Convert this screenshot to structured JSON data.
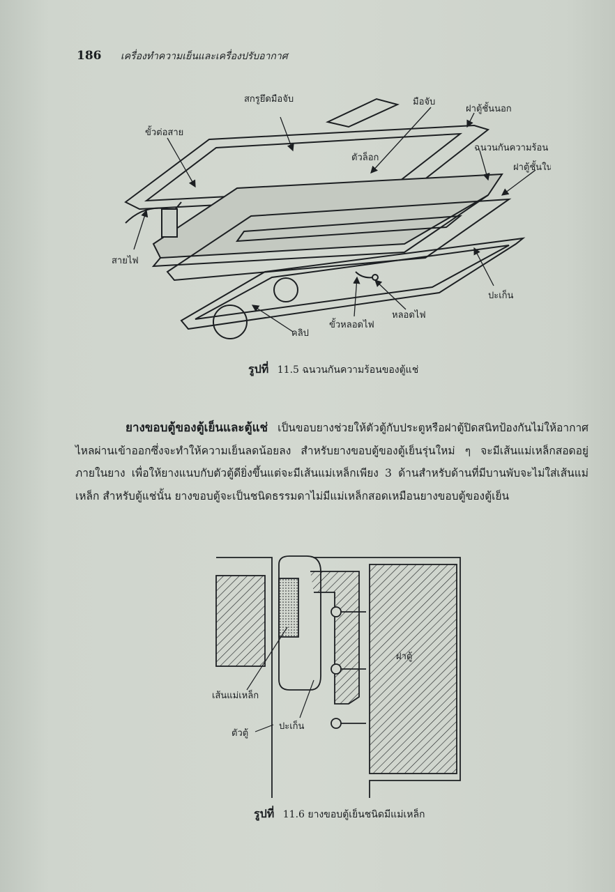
{
  "header": {
    "page_number": "186",
    "book_title": "เครื่องทำความเย็นและเครื่องปรับอากาศ"
  },
  "figure1": {
    "labels": {
      "screw": "สกรูยึดมือจับ",
      "handle": "มือจับ",
      "outer_door": "ฝาตู้ชั้นนอก",
      "terminal": "ขั้วต่อสาย",
      "lock": "ตัวล็อก",
      "insulation": "ฉนวนกันความร้อน",
      "inner_door": "ฝาตู้ชั้นใน",
      "wire": "สายไฟ",
      "gasket": "ปะเก็น",
      "bulb": "หลอดไฟ",
      "socket": "ขั้วหลอดไฟ",
      "clip": "คลิป"
    },
    "caption_label": "รูปที่",
    "caption_text": "11.5  ฉนวนกันความร้อนของตู้แช่"
  },
  "paragraph": {
    "lead": "ยางขอบตู้ของตู้เย็นและตู้แช่",
    "body": "  เป็นขอบยางช่วยให้ตัวตู้กับประตูหรือฝาตู้ปิดสนิทป้องกันไม่ให้อากาศไหลผ่านเข้าออกซึ่งจะทำให้ความเย็นลดน้อยลง สำหรับยางขอบตู้ของตู้เย็นรุ่นใหม่ ๆ จะมีเส้นแม่เหล็กสอดอยู่ภายในยาง  เพื่อให้ยางแนบกับตัวตู้ดียิ่งขึ้นแต่จะมีเส้นแม่เหล็กเพียง 3 ด้านสำหรับด้านที่มีบานพับจะไม่ใส่เส้นแม่เหล็ก  สำหรับตู้แช่นั้น  ยางขอบตู้จะเป็นชนิดธรรมดาไม่มีแม่เหล็กสอดเหมือนยางขอบตู้ของตู้เย็น"
  },
  "figure2": {
    "labels": {
      "door": "ฝาตู้",
      "magnet": "เส้นแม่เหล็ก",
      "body": "ตัวตู้",
      "gasket": "ปะเก็น"
    },
    "caption_label": "รูปที่",
    "caption_text": "11.6  ยางขอบตู้เย็นชนิดมีแม่เหล็ก"
  }
}
